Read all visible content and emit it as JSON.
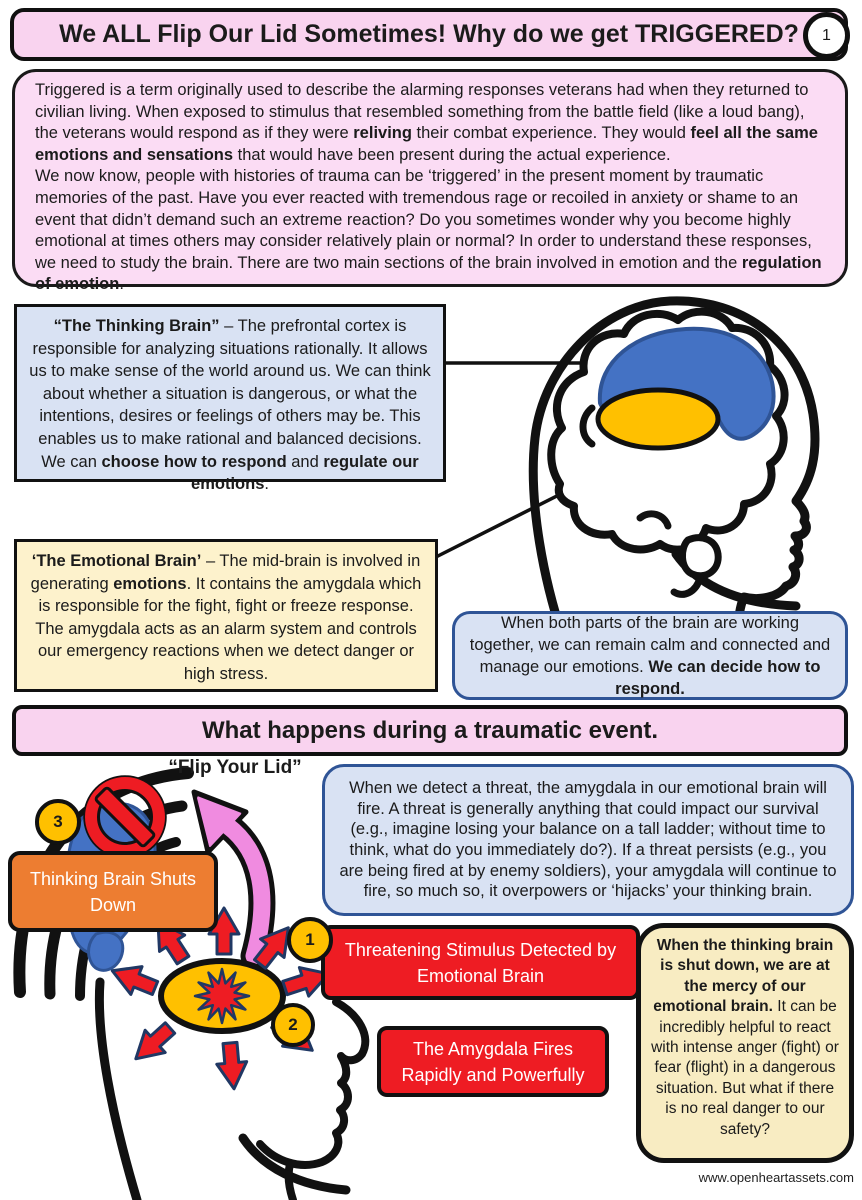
{
  "page": {
    "title": "We ALL Flip Our Lid Sometimes! Why do we get TRIGGERED?",
    "page_number": "1",
    "footer": "www.openheartassets.com"
  },
  "intro": {
    "paragraphs": [
      [
        {
          "t": "Triggered is a term originally used to describe the alarming responses veterans had when they returned to civilian living. When exposed to stimulus that resembled something from the battle field (like a loud bang), the veterans would respond as if they were "
        },
        {
          "t": "reliving",
          "b": true
        },
        {
          "t": " their combat experience. They would "
        },
        {
          "t": "feel all the same emotions and sensations",
          "b": true
        },
        {
          "t": " that would have been present during the actual experience."
        }
      ],
      [
        {
          "t": "We now know, people with histories of trauma can be ‘triggered’ in the present moment by traumatic memories of the past. Have you ever reacted with tremendous rage or recoiled in anxiety or shame to an event that didn’t demand such an extreme reaction? Do you sometimes wonder why you become highly emotional at times others may consider relatively plain or normal? In order to understand these responses, we need to study the brain. There are two main sections of the brain involved in emotion and the "
        },
        {
          "t": "regulation of emotion",
          "b": true
        },
        {
          "t": "."
        }
      ]
    ]
  },
  "thinking_brain_box": {
    "segments": [
      {
        "t": "“The Thinking Brain”",
        "b": true
      },
      {
        "t": " – The prefrontal cortex is responsible for analyzing situations rationally. It allows us to make sense of the world around us. We can think about whether a situation is dangerous, or what the intentions, desires or feelings of others may be. This enables us to make rational and balanced decisions. We can "
      },
      {
        "t": "choose how to respond",
        "b": true
      },
      {
        "t": " and "
      },
      {
        "t": "regulate our emotions",
        "b": true
      },
      {
        "t": "."
      }
    ]
  },
  "emotional_brain_box": {
    "segments": [
      {
        "t": "‘The Emotional Brain’",
        "b": true
      },
      {
        "t": " – The mid-brain is involved in generating "
      },
      {
        "t": "emotions",
        "b": true
      },
      {
        "t": ". It contains the amygdala which is responsible for the fight, fight or freeze response. The amygdala acts as an alarm system and controls our emergency reactions when we detect danger or high stress."
      }
    ]
  },
  "calm_box": {
    "segments": [
      {
        "t": "When both parts of the brain are working together, we can remain calm and connected and manage our emotions. "
      },
      {
        "t": "We can decide how to respond.",
        "b": true
      }
    ]
  },
  "section2": {
    "title": "What happens during a traumatic event.",
    "flip_label": "“Flip Your Lid”",
    "threat_box": {
      "segments": [
        {
          "t": "When we detect a threat, the amygdala in our emotional brain will fire. A threat is generally anything that could impact our survival (e.g., imagine losing your balance on a tall ladder; without time to think, what do you immediately do?). If a threat persists (e.g., you are being fired at by enemy soldiers), your amygdala will continue to fire, so much so, it overpowers or ‘hijacks’ your thinking brain."
        }
      ]
    },
    "step1": {
      "number": "1",
      "label": "Threatening Stimulus Detected by Emotional Brain"
    },
    "step2": {
      "number": "2",
      "label": "The Amygdala Fires Rapidly and Powerfully"
    },
    "step3": {
      "number": "3",
      "label": "Thinking Brain Shuts Down"
    },
    "mercy_box": {
      "segments": [
        {
          "t": "When the thinking brain is shut down, we are at the mercy of our emotional brain.",
          "b": true
        },
        {
          "t": " It can be incredibly helpful to react with intense anger (fight) or fear (flight) in a dangerous situation. But what if there is no real danger to our safety?"
        }
      ]
    }
  },
  "colors": {
    "pink_header": "#f9d3ef",
    "pink_intro": "#fbdcf4",
    "light_blue": "#d9e2f3",
    "blue_border": "#2f5496",
    "light_yellow": "#fdf2cc",
    "cream": "#f8ecc2",
    "orange": "#ed7d31",
    "red": "#ee1c23",
    "badge_yellow": "#ffc000",
    "brain_blue": "#4472c4",
    "amygdala_yellow": "#ffc000",
    "arrow_pink": "#f08be0"
  }
}
